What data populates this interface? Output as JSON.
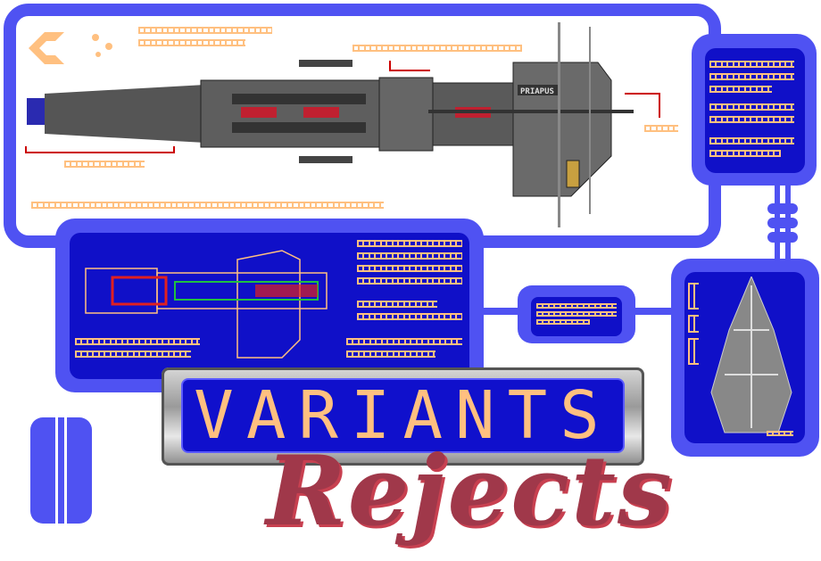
{
  "ship": {
    "name_plate": "PRIAPUS"
  },
  "banner": {
    "title": "VARIANTS",
    "subtitle": "Rejects"
  },
  "colors": {
    "lcars_blue": "#4f52f2",
    "panel_dark": "#1010c8",
    "glyph_orange": "#ffc080",
    "rejects_red": "#a0384a"
  }
}
